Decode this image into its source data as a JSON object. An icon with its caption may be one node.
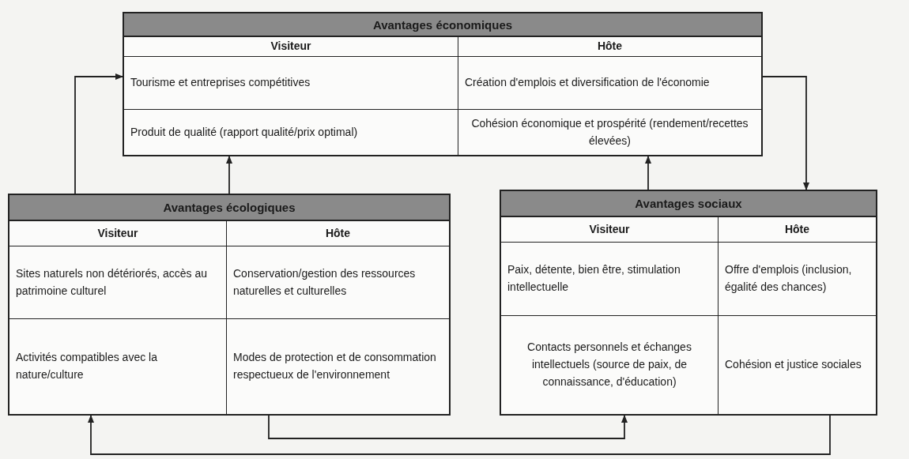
{
  "diagram": {
    "nodes": [
      {
        "text": [
          "Avantages économiques"
        ]
      },
      {
        "text": [
          "Visiteur"
        ],
        "in": 0
      },
      {
        "text": [
          "Hôte"
        ],
        "in": 0
      },
      {
        "text": [
          "Tourisme et entreprises compétitives"
        ],
        "in": 0
      },
      {
        "text": [
          "Création d'emplois et diversification de l'économie"
        ],
        "in": 0
      },
      {
        "text": [
          "Produit de qualité (rapport qualité/prix optimal)"
        ],
        "in": 0
      },
      {
        "text": [
          "Cohésion économique et prospérité (rendement/recettes élevées)"
        ],
        "in": 0
      },
      {
        "text": [
          "Avantages écologiques"
        ]
      },
      {
        "text": [
          "Visiteur"
        ],
        "in": 7
      },
      {
        "text": [
          "Hôte"
        ],
        "in": 7
      },
      {
        "text": [
          "Sites naturels non détériorés, accès au patrimoine culturel"
        ],
        "in": 7
      },
      {
        "text": [
          "Conservation/gestion des ressources naturelles et culturelles"
        ],
        "in": 7
      },
      {
        "text": [
          "Activités compatibles avec la nature/culture"
        ],
        "in": 7
      },
      {
        "text": [
          "Modes de protection et de consommation respectueux de l'environnement"
        ],
        "in": 7
      },
      {
        "text": [
          "Avantages sociaux"
        ]
      },
      {
        "text": [
          "Visiteur"
        ],
        "in": 14
      },
      {
        "text": [
          "Hôte"
        ],
        "in": 14
      },
      {
        "text": [
          "Paix, détente, bien être, stimulation intellectuelle"
        ],
        "in": 14
      },
      {
        "text": [
          "Offre d'emplois (inclusion, égalité des chances)"
        ],
        "in": 14
      },
      {
        "text": [
          "Contacts personnels et échanges intellectuels (source de paix, de connaissance, d'éducation)"
        ],
        "in": 14
      },
      {
        "text": [
          "Cohésion et justice sociales"
        ],
        "in": 14
      }
    ],
    "edges": [
      {
        "from": 7,
        "to": 0,
        "arrow": "to"
      },
      {
        "from": 7,
        "to": 0,
        "arrow": "to"
      },
      {
        "from": 0,
        "to": 14,
        "arrow": "to"
      },
      {
        "from": 14,
        "to": 0,
        "arrow": "to"
      },
      {
        "from": 7,
        "to": 14,
        "arrow": "to"
      },
      {
        "from": 14,
        "to": 7,
        "arrow": "to"
      }
    ]
  }
}
